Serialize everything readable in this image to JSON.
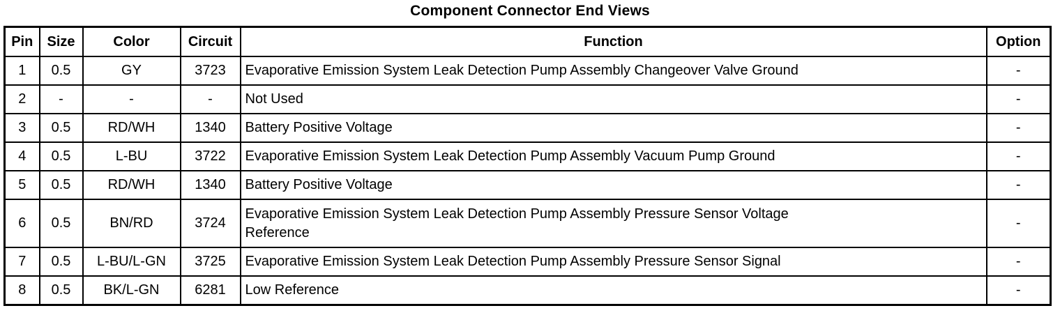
{
  "title": "Component Connector End Views",
  "table": {
    "headers": [
      "Pin",
      "Size",
      "Color",
      "Circuit",
      "Function",
      "Option"
    ],
    "rows": [
      [
        "1",
        "0.5",
        "GY",
        "3723",
        "Evaporative Emission System Leak Detection Pump Assembly Changeover Valve Ground",
        "-"
      ],
      [
        "2",
        "-",
        "-",
        "-",
        "Not Used",
        "-"
      ],
      [
        "3",
        "0.5",
        "RD/WH",
        "1340",
        "Battery Positive Voltage",
        "-"
      ],
      [
        "4",
        "0.5",
        "L-BU",
        "3722",
        "Evaporative Emission System Leak Detection Pump Assembly Vacuum Pump Ground",
        "-"
      ],
      [
        "5",
        "0.5",
        "RD/WH",
        "1340",
        "Battery Positive Voltage",
        "-"
      ],
      [
        "6",
        "0.5",
        "BN/RD",
        "3724",
        "Evaporative Emission System Leak Detection Pump Assembly Pressure Sensor Voltage\nReference",
        "-"
      ],
      [
        "7",
        "0.5",
        "L-BU/L-GN",
        "3725",
        "Evaporative Emission System Leak Detection Pump Assembly Pressure Sensor Signal",
        "-"
      ],
      [
        "8",
        "0.5",
        "BK/L-GN",
        "6281",
        "Low Reference",
        "-"
      ]
    ]
  }
}
